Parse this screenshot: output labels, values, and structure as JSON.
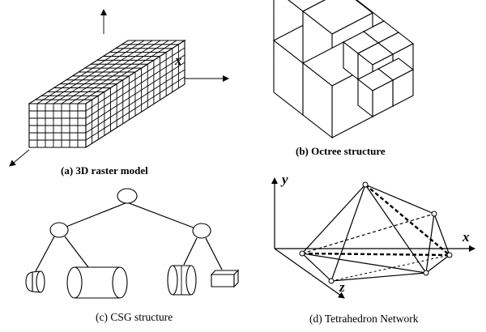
{
  "panels": {
    "raster": {
      "caption": "(a)   3D raster model",
      "x_label": "x"
    },
    "octree": {
      "caption": "(b) Octree structure"
    },
    "csg": {
      "caption": "(c) CSG structure"
    },
    "tetra": {
      "caption": "(d)  Tetrahedron Network",
      "x_label": "x",
      "y_label": "y",
      "z_label": "z"
    }
  }
}
